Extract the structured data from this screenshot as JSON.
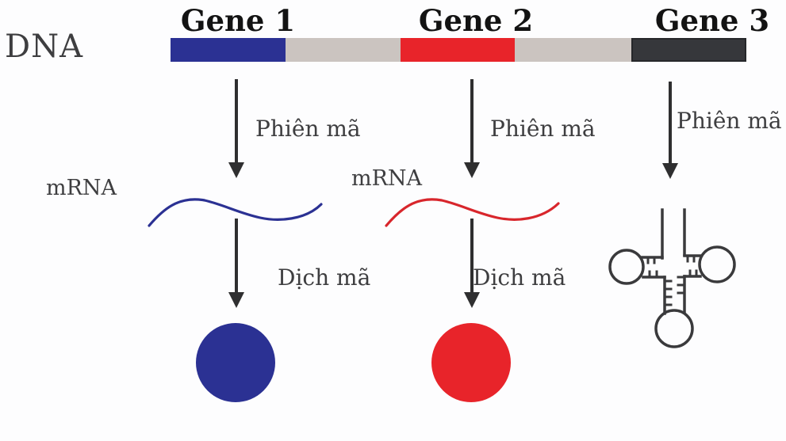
{
  "diagram": {
    "dna_label": "DNA",
    "genes": [
      {
        "label": "Gene 1",
        "color": "#2b3193"
      },
      {
        "label": "Gene 2",
        "color": "#e8242a"
      },
      {
        "label": "Gene 3",
        "color": "#36373b"
      }
    ],
    "dna_track": {
      "spacer_color": "#cbc4c0",
      "segment_order": [
        "gene-1",
        "spacer",
        "gene-2",
        "spacer",
        "gene-3"
      ]
    },
    "transcription_labels": [
      "Phiên mã",
      "Phiên mã",
      "Phiên mã"
    ],
    "mrna_labels": [
      "mRNA",
      "mRNA"
    ],
    "translation_labels": [
      "Dịch mã",
      "Dịch mã"
    ],
    "mrna_wave_colors": [
      "#2b3193",
      "#d8262c"
    ],
    "products": [
      {
        "type": "protein-circle",
        "color": "#2b3193"
      },
      {
        "type": "protein-circle",
        "color": "#e8242a"
      },
      {
        "type": "trna-cloverleaf",
        "color": "#3a3a3c"
      }
    ],
    "arrow_color": "#2f2f30",
    "text_color": "#3e3e40"
  }
}
